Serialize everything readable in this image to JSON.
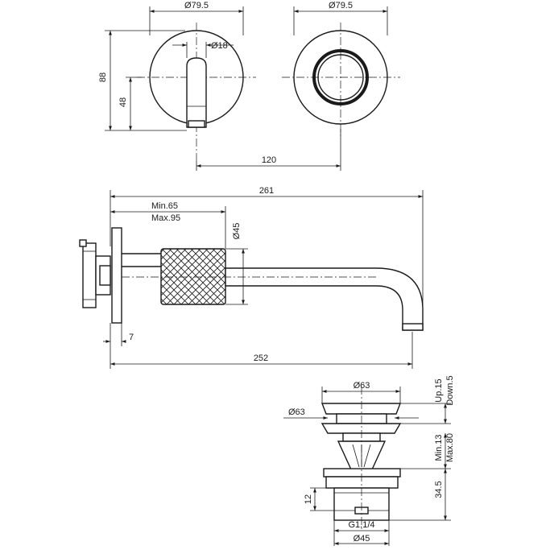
{
  "front_view": {
    "plate_diameter": "Ø79.5",
    "spout_diameter": "Ø18",
    "height_total": "88",
    "height_outlet": "48",
    "center_distance": "120"
  },
  "valve_view": {
    "plate_diameter": "Ø79.5"
  },
  "side_view": {
    "length_total": "261",
    "wall_min": "Min.65",
    "wall_max": "Max.95",
    "handle_diameter": "Ø45",
    "plate_thickness": "7",
    "reach": "252"
  },
  "drain_view": {
    "cap_diameter": "Ø63",
    "seat_diameter": "Ø63",
    "travel_up": "Up.15",
    "travel_down": "Down.5",
    "grip_min": "Min.13",
    "grip_max": "Max.80",
    "body_height": "34.5",
    "thread_height": "12",
    "thread": "G1.1/4",
    "body_diameter": "Ø45"
  }
}
